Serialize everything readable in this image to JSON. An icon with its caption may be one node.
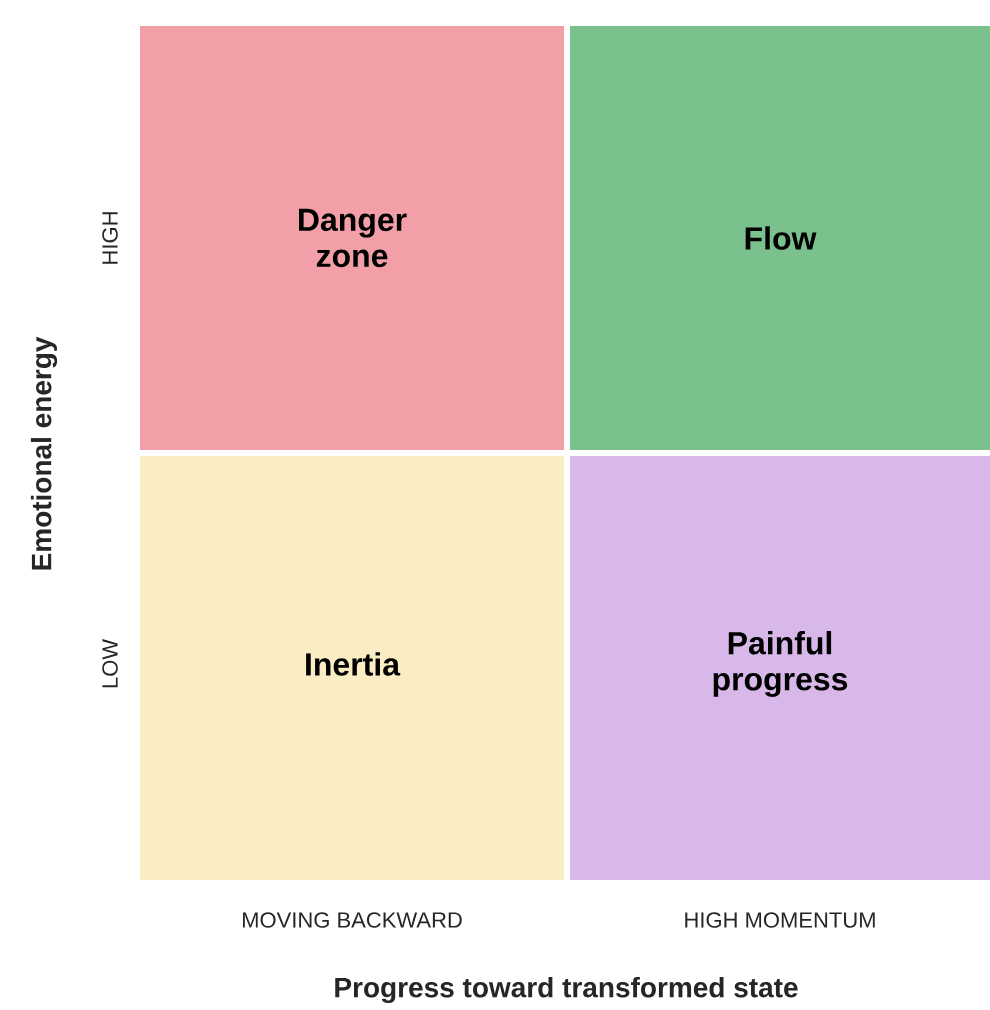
{
  "diagram": {
    "nodes": [
      {
        "text": [
          "Danger zone"
        ]
      },
      {
        "text": [
          "Flow"
        ]
      },
      {
        "text": [
          "Inertia"
        ]
      },
      {
        "text": [
          "Painful progress"
        ]
      }
    ],
    "labels": [
      "HIGH",
      "LOW",
      "Emotional energy",
      "MOVING BACKWARD",
      "HIGH MOMENTUM",
      "Progress toward transformed state"
    ]
  }
}
